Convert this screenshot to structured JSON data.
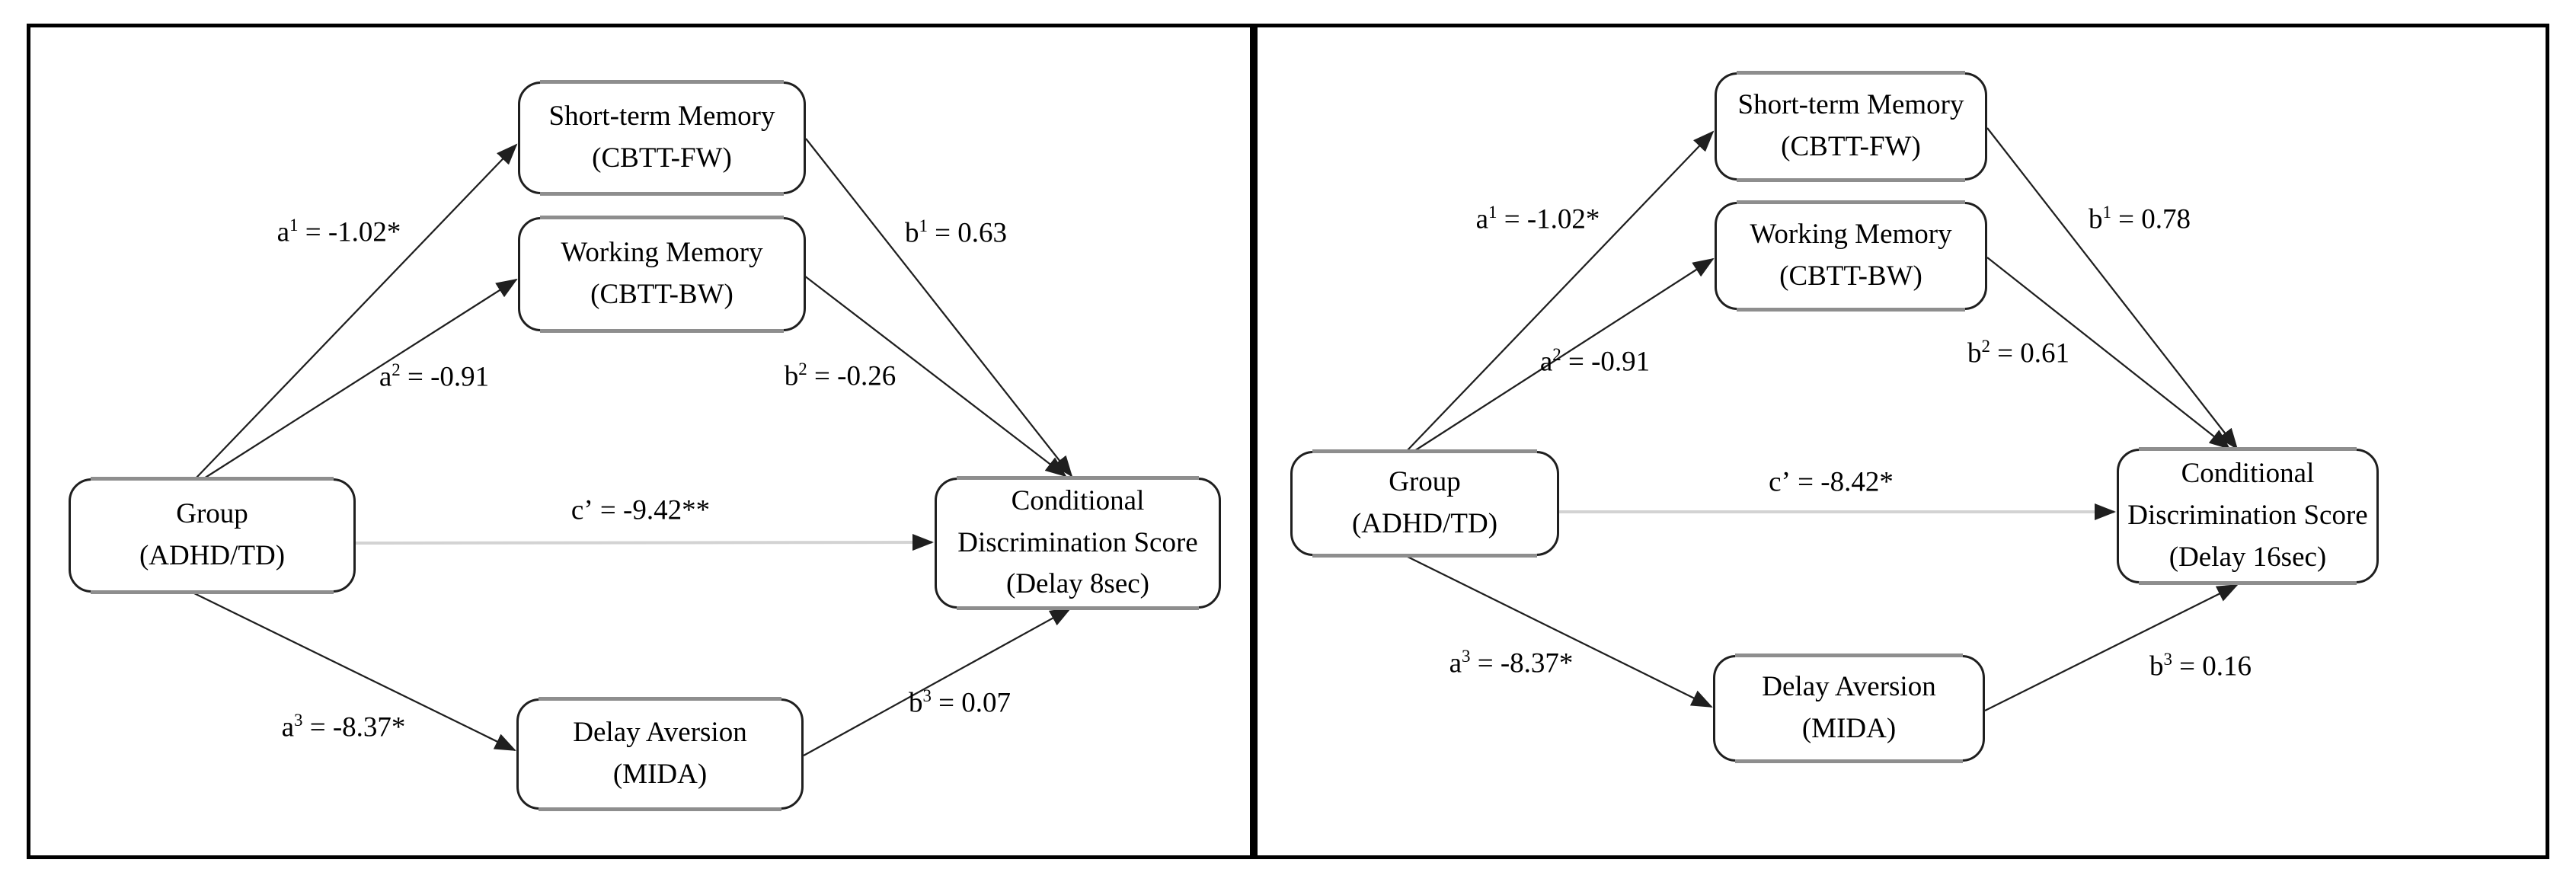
{
  "colors": {
    "ink": "#000000",
    "wire": "#1f1f1f",
    "wire_muted": "#d3d3d3",
    "band": "#8e8e8e",
    "paper": "#ffffff"
  },
  "figure": {
    "kind": "mediation-path-diagram",
    "panel_count": 2
  },
  "panels": [
    {
      "id": "delay-8sec",
      "nodes": {
        "stm": {
          "lines": [
            "Short-term Memory",
            "(CBTT-FW)"
          ]
        },
        "wm": {
          "lines": [
            "Working Memory",
            "(CBTT-BW)"
          ]
        },
        "group": {
          "lines": [
            "Group",
            "(ADHD/TD)"
          ]
        },
        "cds": {
          "lines": [
            "Conditional",
            "Discrimination Score",
            "(Delay 8sec)"
          ]
        },
        "da": {
          "lines": [
            "Delay Aversion",
            "(MIDA)"
          ]
        }
      },
      "paths": {
        "a1": {
          "base": "a",
          "sup": "1",
          "rest": " = -1.02*"
        },
        "a2": {
          "base": "a",
          "sup": "2",
          "rest": " = -0.91"
        },
        "a3": {
          "base": "a",
          "sup": "3",
          "rest": " = -8.37*"
        },
        "b1": {
          "base": "b",
          "sup": "1",
          "rest": " = 0.63"
        },
        "b2": {
          "base": "b",
          "sup": "2",
          "rest": " = -0.26"
        },
        "b3": {
          "base": "b",
          "sup": "3",
          "rest": " = 0.07"
        },
        "c": {
          "base": "c’",
          "sup": "",
          "rest": " = -9.42**"
        }
      }
    },
    {
      "id": "delay-16sec",
      "nodes": {
        "stm": {
          "lines": [
            "Short-term Memory",
            "(CBTT-FW)"
          ]
        },
        "wm": {
          "lines": [
            "Working Memory",
            "(CBTT-BW)"
          ]
        },
        "group": {
          "lines": [
            "Group",
            "(ADHD/TD)"
          ]
        },
        "cds": {
          "lines": [
            "Conditional",
            "Discrimination Score",
            "(Delay 16sec)"
          ]
        },
        "da": {
          "lines": [
            "Delay Aversion",
            "(MIDA)"
          ]
        }
      },
      "paths": {
        "a1": {
          "base": "a",
          "sup": "1",
          "rest": " = -1.02*"
        },
        "a2": {
          "base": "a",
          "sup": "2",
          "rest": " = -0.91"
        },
        "a3": {
          "base": "a",
          "sup": "3",
          "rest": " = -8.37*"
        },
        "b1": {
          "base": "b",
          "sup": "1",
          "rest": " = 0.78"
        },
        "b2": {
          "base": "b",
          "sup": "2",
          "rest": " = 0.61"
        },
        "b3": {
          "base": "b",
          "sup": "3",
          "rest": " = 0.16"
        },
        "c": {
          "base": "c’",
          "sup": "",
          "rest": " = -8.42*"
        }
      }
    }
  ]
}
